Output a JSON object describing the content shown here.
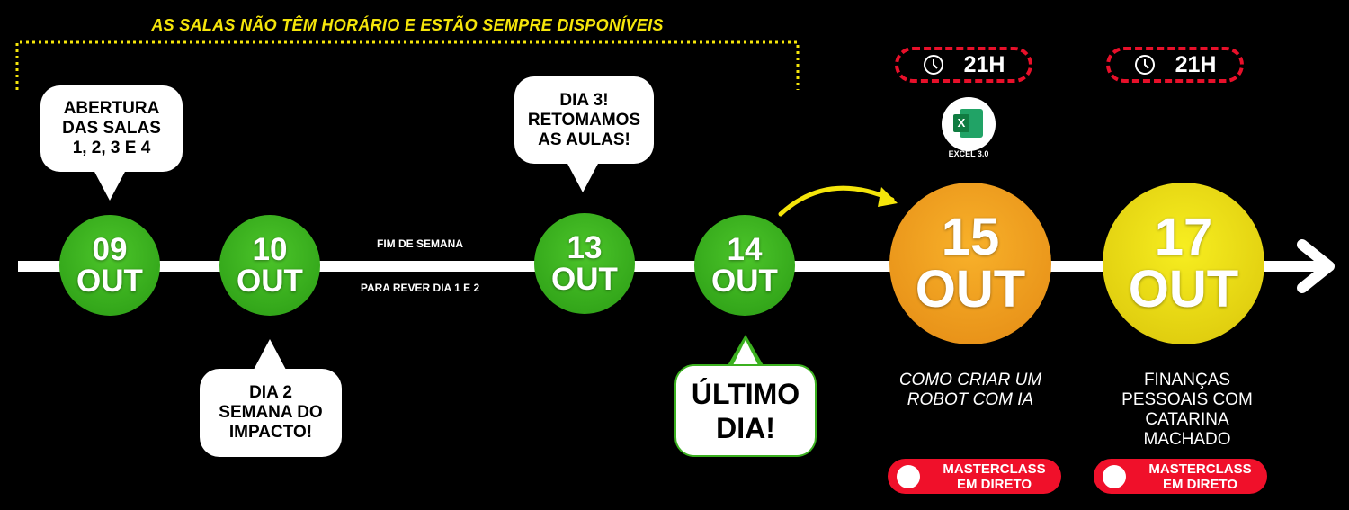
{
  "headline": "AS SALAS NÃO TÊM HORÁRIO E ESTÃO SEMPRE DISPONÍVEIS",
  "days": [
    {
      "day": "09",
      "month": "OUT"
    },
    {
      "day": "10",
      "month": "OUT"
    },
    {
      "day": "13",
      "month": "OUT"
    },
    {
      "day": "14",
      "month": "OUT"
    },
    {
      "day": "15",
      "month": "OUT"
    },
    {
      "day": "17",
      "month": "OUT"
    }
  ],
  "bubbles": {
    "opening": [
      "ABERTURA",
      "DAS SALAS",
      "1, 2, 3 E 4"
    ],
    "day2": [
      "DIA 2",
      "SEMANA DO",
      "IMPACTO!"
    ],
    "day3": [
      "DIA 3!",
      "RETOMAMOS",
      "AS AULAS!"
    ],
    "last": [
      "ÚLTIMO",
      "DIA!"
    ]
  },
  "weekend": {
    "top": "FIM DE SEMANA",
    "bottom": "PARA REVER DIA 1 E 2"
  },
  "sessions": [
    {
      "time": "21H",
      "logo_label": "EXCEL 3.0",
      "title": [
        "COMO CRIAR UM",
        "ROBOT COM IA"
      ],
      "badge": [
        "MASTERCLASS",
        "EM DIRETO"
      ]
    },
    {
      "time": "21H",
      "title": [
        "FINANÇAS",
        "PESSOAIS COM",
        "CATARINA",
        "MACHADO"
      ],
      "badge": [
        "MASTERCLASS",
        "EM DIRETO"
      ]
    }
  ],
  "colors": {
    "green": "#3bb01f",
    "orange": "#f0a020",
    "yellow": "#f0e018",
    "red": "#f0102a",
    "accent": "#f5e50a"
  }
}
